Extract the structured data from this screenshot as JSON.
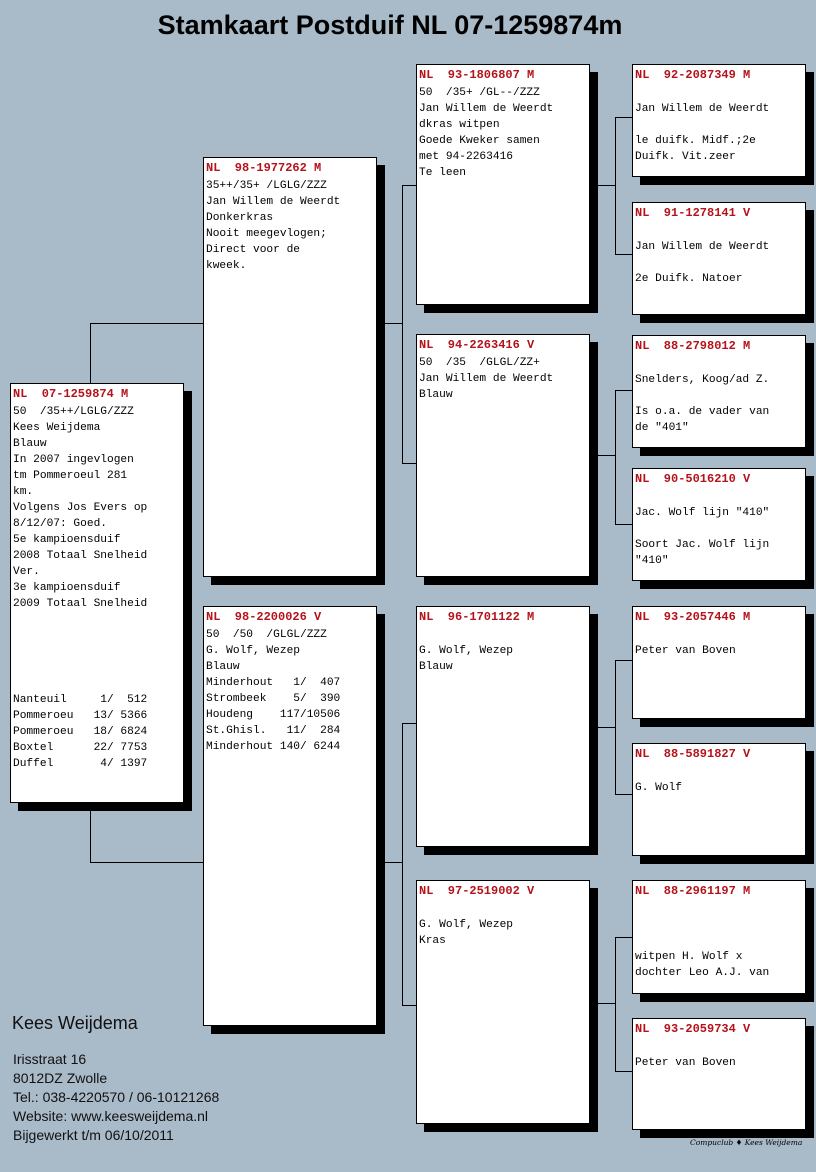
{
  "title": "Stamkaart Postduif NL 07-1259874m",
  "pigeons": [
    {
      "id": "subject",
      "header": "NL  07-1259874 M",
      "lines": [
        "50  /35++/LGLG/ZZZ",
        "Kees Weijdema",
        "Blauw",
        "In 2007 ingevlogen",
        "tm Pommeroeul 281",
        "km.",
        "Volgens Jos Evers op",
        "8/12/07: Goed.",
        "5e kampioensduif",
        "2008 Totaal Snelheid",
        "Ver.",
        "3e kampioensduif",
        "2009 Totaal Snelheid",
        "",
        "",
        "",
        "",
        "",
        "Nanteuil     1/  512",
        "Pommeroeu   13/ 5366",
        "Pommeroeu   18/ 6824",
        "Boxtel      22/ 7753",
        "Duffel       4/ 1397"
      ]
    },
    {
      "id": "sire",
      "header": "NL  98-1977262 M",
      "lines": [
        "35++/35+ /LGLG/ZZZ",
        "Jan Willem de Weerdt",
        "Donkerkras",
        "Nooit meegevlogen;",
        "Direct voor de",
        "kweek."
      ]
    },
    {
      "id": "dam",
      "header": "NL  98-2200026 V",
      "lines": [
        "50  /50  /GLGL/ZZZ",
        "G. Wolf, Wezep",
        "Blauw",
        "Minderhout   1/  407",
        "Strombeek    5/  390",
        "Houdeng    117/10506",
        "St.Ghisl.   11/  284",
        "Minderhout 140/ 6244"
      ]
    },
    {
      "id": "ss",
      "header": "NL  93-1806807 M",
      "lines": [
        "50  /35+ /GL--/ZZZ",
        "Jan Willem de Weerdt",
        "dkras witpen",
        "Goede Kweker samen",
        "met 94-2263416",
        "Te leen"
      ]
    },
    {
      "id": "sd",
      "header": "NL  94-2263416 V",
      "lines": [
        "50  /35  /GLGL/ZZ+",
        "Jan Willem de Weerdt",
        "Blauw"
      ]
    },
    {
      "id": "ds",
      "header": "NL  96-1701122 M",
      "lines": [
        "",
        "G. Wolf, Wezep",
        "Blauw"
      ]
    },
    {
      "id": "dd",
      "header": "NL  97-2519002 V",
      "lines": [
        "",
        "G. Wolf, Wezep",
        "Kras"
      ]
    },
    {
      "id": "sss",
      "header": "NL  92-2087349 M",
      "lines": [
        "",
        "Jan Willem de Weerdt",
        "",
        "le duifk. Midf.;2e",
        "Duifk. Vit.zeer"
      ]
    },
    {
      "id": "ssd",
      "header": "NL  91-1278141 V",
      "lines": [
        "",
        "Jan Willem de Weerdt",
        "",
        "2e Duifk. Natoer"
      ]
    },
    {
      "id": "sds",
      "header": "NL  88-2798012 M",
      "lines": [
        "",
        "Snelders, Koog/ad Z.",
        "",
        "Is o.a. de vader van",
        "de \"401\""
      ]
    },
    {
      "id": "sdd",
      "header": "NL  90-5016210 V",
      "lines": [
        "",
        "Jac. Wolf lijn \"410\"",
        "",
        "Soort Jac. Wolf lijn",
        "\"410\""
      ]
    },
    {
      "id": "dss",
      "header": "NL  93-2057446 M",
      "lines": [
        "",
        "Peter van Boven"
      ]
    },
    {
      "id": "dsd",
      "header": "NL  88-5891827 V",
      "lines": [
        "",
        "G. Wolf"
      ]
    },
    {
      "id": "dds",
      "header": "NL  88-2961197 M",
      "lines": [
        "",
        "",
        "",
        "witpen H. Wolf x",
        "dochter Leo A.J. van"
      ]
    },
    {
      "id": "ddd",
      "header": "NL  93-2059734 V",
      "lines": [
        "",
        "Peter van Boven"
      ]
    }
  ],
  "owner": {
    "name": "Kees Weijdema",
    "address": "Irisstraat 16",
    "city": "8012DZ Zwolle",
    "phone": "Tel.: 038-4220570 / 06-10121268",
    "website": "Website: www.keesweijdema.nl",
    "updated": "Bijgewerkt t/m  06/10/2011"
  },
  "footer": "Compuclub ♦ Kees Weijdema"
}
